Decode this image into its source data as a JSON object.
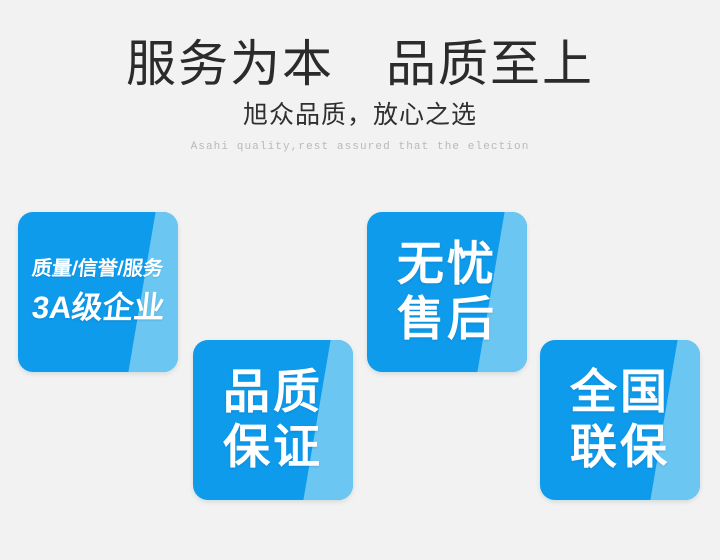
{
  "header": {
    "headline": "服务为本　品质至上",
    "subtitle_cn": "旭众品质，放心之选",
    "subtitle_en": "Asahi quality,rest assured that the election"
  },
  "colors": {
    "background": "#f2f2f2",
    "card_blue_dark": "#0e9bec",
    "card_blue_light": "#6cc6f2",
    "headline_text": "#2b2b2b",
    "subtitle_cn_text": "#2f2f2f",
    "subtitle_en_text": "#b9b9b9",
    "card_text": "#ffffff"
  },
  "cards": [
    {
      "id": "card-aaa",
      "name": "3a-enterprise-card",
      "line_small": "质量/信誉/服务",
      "line_large": "3A级企业"
    },
    {
      "id": "card-quality",
      "name": "quality-guarantee-card",
      "line_1": "品质",
      "line_2": "保证"
    },
    {
      "id": "card-service",
      "name": "worry-free-aftersales-card",
      "line_1": "无忧",
      "line_2": "售后"
    },
    {
      "id": "card-warranty",
      "name": "nationwide-warranty-card",
      "line_1": "全国",
      "line_2": "联保"
    }
  ]
}
